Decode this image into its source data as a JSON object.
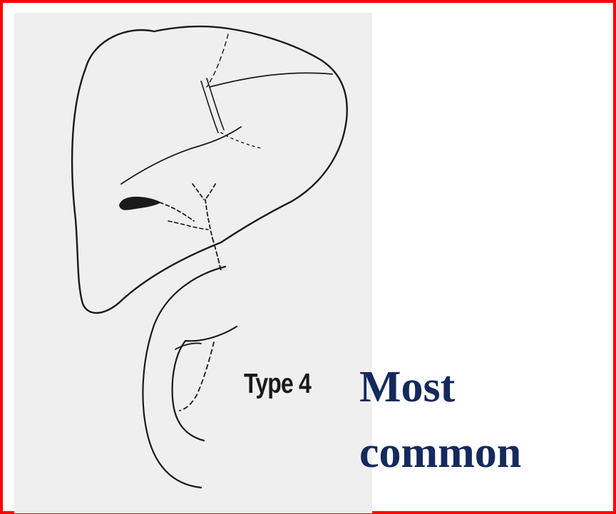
{
  "diagram": {
    "type_label": "Type 4"
  },
  "caption": {
    "line1": "Most",
    "line2": "common"
  },
  "colors": {
    "frame_border": "#ff0000",
    "caption_text": "#142a5c",
    "diagram_background": "#efefef",
    "line_art": "#1a1a1a"
  }
}
